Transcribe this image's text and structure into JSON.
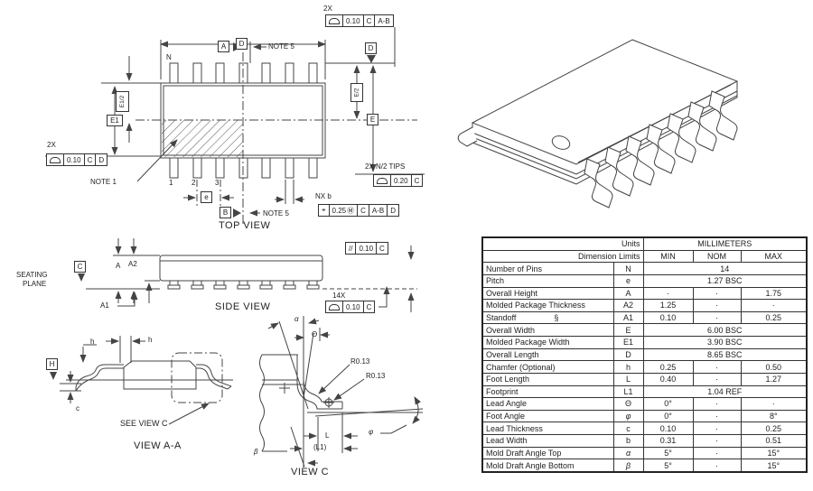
{
  "top_view": {
    "title": "TOP VIEW",
    "pin_n_label": "N",
    "pin_1": "1",
    "pin_2": "2",
    "pin_3": "3",
    "dim_d": "D",
    "datum_a": "A",
    "datum_b": "B",
    "datum_d": "D",
    "dim_e": "E",
    "dim_e1": "E1",
    "dim_e_half": "E/2",
    "dim_e1_half": "E1/2",
    "dim_pitch": "e",
    "note_1": "NOTE 1",
    "note_5_top": "NOTE 5",
    "note_5_bottom": "NOTE 5",
    "qty_top": "2X",
    "qty_left": "2X",
    "tips_label": "2X N/2 TIPS",
    "nx_b": "NX b",
    "fcf_top": {
      "tol": "0.10",
      "d1": "C",
      "d2": "A-B"
    },
    "fcf_left": {
      "tol": "0.10",
      "d1": "C",
      "d2": "D"
    },
    "fcf_tips": {
      "tol": "0.20",
      "d1": "C"
    },
    "fcf_pos": {
      "sym": "⌖",
      "tol": "0.25",
      "mod": "Ⓜ",
      "d1": "C",
      "d2": "A-B",
      "d3": "D"
    }
  },
  "side_view": {
    "title": "SIDE VIEW",
    "datum_c": "C",
    "seating_line1": "SEATING",
    "seating_line2": "PLANE",
    "dim_a": "A",
    "dim_a2": "A2",
    "dim_a1": "A1",
    "qty": "14X",
    "fcf_parallel": {
      "sym": "//",
      "tol": "0.10",
      "d1": "C"
    },
    "fcf_seat": {
      "tol": "0.10",
      "d1": "C"
    }
  },
  "view_aa": {
    "title": "VIEW A-A",
    "datum_h": "H",
    "dim_h_left": "h",
    "dim_h_right": "h",
    "dim_c": "c",
    "see_view_c": "SEE VIEW C"
  },
  "view_c": {
    "title": "VIEW C",
    "alpha": "α",
    "theta": "Θ",
    "beta": "β",
    "phi": "φ",
    "r1": "R0.13",
    "r2": "R0.13",
    "dim_l": "L",
    "dim_l1": "(L1)"
  },
  "table": {
    "header": {
      "units": "Units",
      "scale": "MILLIMETERS",
      "dim_limits": "Dimension Limits",
      "min": "MIN",
      "nom": "NOM",
      "max": "MAX"
    },
    "rows": [
      {
        "label": "Number of Pins",
        "sym": "N",
        "span": "14"
      },
      {
        "label": "Pitch",
        "sym": "e",
        "span": "1.27 BSC"
      },
      {
        "label": "Overall Height",
        "sym": "A",
        "min": "·",
        "nom": "·",
        "max": "1.75"
      },
      {
        "label": "Molded Package Thickness",
        "sym": "A2",
        "min": "1.25",
        "nom": "·",
        "max": "·"
      },
      {
        "label": "Standoff",
        "note": "§",
        "sym": "A1",
        "min": "0.10",
        "nom": "·",
        "max": "0.25"
      },
      {
        "label": "Overall Width",
        "sym": "E",
        "span": "6.00 BSC"
      },
      {
        "label": "Molded Package Width",
        "sym": "E1",
        "span": "3.90 BSC"
      },
      {
        "label": "Overall Length",
        "sym": "D",
        "span": "8.65 BSC"
      },
      {
        "label": "Chamfer (Optional)",
        "sym": "h",
        "min": "0.25",
        "nom": "·",
        "max": "0.50"
      },
      {
        "label": "Foot Length",
        "sym": "L",
        "min": "0.40",
        "nom": "·",
        "max": "1.27"
      },
      {
        "label": "Footprint",
        "sym": "L1",
        "span": "1.04 REF"
      },
      {
        "label": "Lead Angle",
        "sym": "Θ",
        "min": "0°",
        "nom": "·",
        "max": "·"
      },
      {
        "label": "Foot Angle",
        "sym": "φ",
        "min": "0°",
        "nom": "·",
        "max": "8°"
      },
      {
        "label": "Lead Thickness",
        "sym": "c",
        "min": "0.10",
        "nom": "·",
        "max": "0.25"
      },
      {
        "label": "Lead Width",
        "sym": "b",
        "min": "0.31",
        "nom": "·",
        "max": "0.51"
      },
      {
        "label": "Mold Draft Angle Top",
        "sym": "α",
        "min": "5°",
        "nom": "·",
        "max": "15°"
      },
      {
        "label": "Mold Draft Angle Bottom",
        "sym": "β",
        "min": "5°",
        "nom": "·",
        "max": "15°"
      }
    ]
  }
}
